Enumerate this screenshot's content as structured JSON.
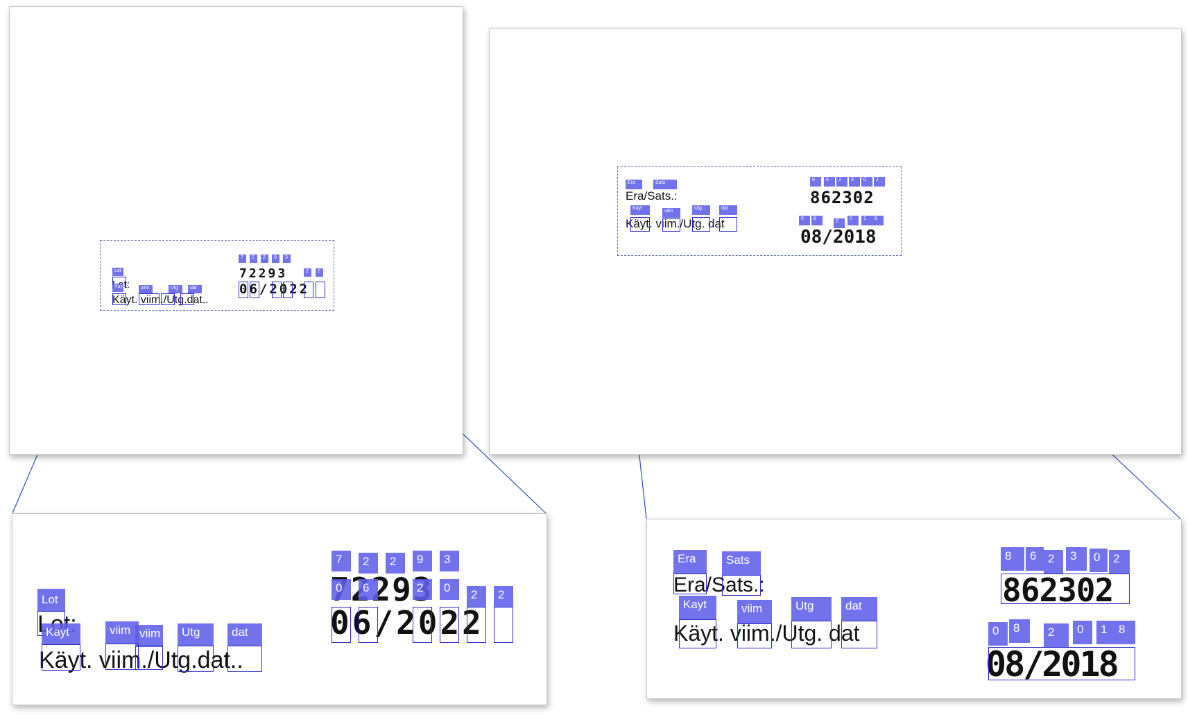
{
  "left_example": {
    "line1_text": "Lot:",
    "line2_text": "Käyt. viim./Utg.dat..",
    "lot_digits": "72293",
    "date_digits": "06/2022",
    "word_tags": [
      "Lot",
      "Kayt",
      "viim",
      "viim",
      "Utg",
      "dat"
    ],
    "lot_digit_tags": [
      "7",
      "2",
      "2",
      "9",
      "3"
    ],
    "date_digit_tags": [
      "0",
      "6",
      "2",
      "0",
      "2",
      "2"
    ]
  },
  "right_example": {
    "line1_text": "Era/Sats.:",
    "line2_text": "Käyt. viim./Utg. dat",
    "lot_digits": "862302",
    "date_digits": "08/2018",
    "word_tags": [
      "Era",
      "Sats",
      "Kayt",
      "viim",
      "Utg",
      "dat"
    ],
    "lot_digit_tags": [
      "8",
      "6",
      "2",
      "3",
      "0",
      "2"
    ],
    "date_digit_tags": [
      "0",
      "8",
      "2",
      "0",
      "1",
      "8"
    ]
  },
  "colors": {
    "tag_fill": "#5f5feb",
    "box_stroke": "#2b2bc8",
    "connector": "#2f4fb5",
    "panel_border": "#c8c8c8"
  }
}
